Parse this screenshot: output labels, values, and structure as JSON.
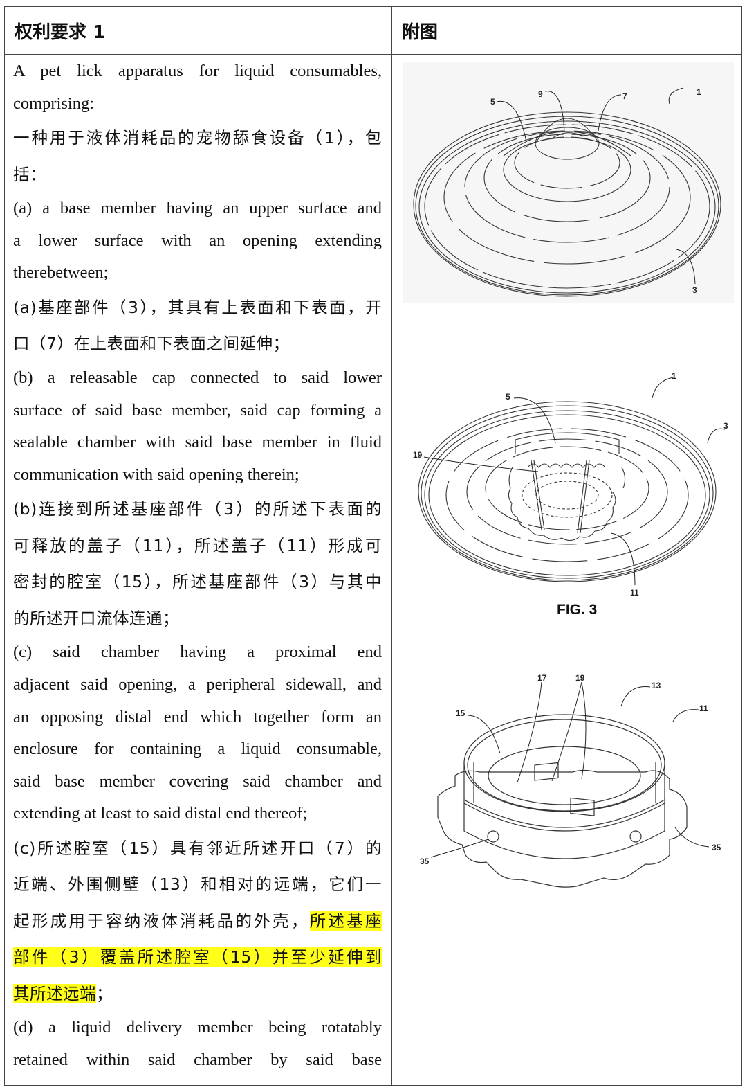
{
  "header": {
    "left_title": "权利要求 1",
    "right_title": "附图"
  },
  "claim": {
    "lines": [
      {
        "text": "A pet lick apparatus for liquid consumables,",
        "lang": "en"
      },
      {
        "text": "comprising:",
        "lang": "en",
        "last": true
      },
      {
        "text": "一种用于液体消耗品的宠物舔食设备（1），包",
        "lang": "zh"
      },
      {
        "text": "括：",
        "lang": "zh",
        "last": true
      },
      {
        "text": "(a) a base member having an upper surface and",
        "lang": "en"
      },
      {
        "text": "a lower surface with an opening extending",
        "lang": "en"
      },
      {
        "text": "therebetween;",
        "lang": "en",
        "last": true
      },
      {
        "text": "(a)基座部件（3），其具有上表面和下表面，开",
        "lang": "zh"
      },
      {
        "text": "口（7）在上表面和下表面之间延伸；",
        "lang": "zh",
        "last": true
      },
      {
        "text": "(b) a releasable cap connected to said lower",
        "lang": "en"
      },
      {
        "text": "surface of said base member, said cap forming a",
        "lang": "en"
      },
      {
        "text": "sealable chamber with said base member in fluid",
        "lang": "en"
      },
      {
        "text": "communication with said opening therein;",
        "lang": "en",
        "last": true
      },
      {
        "text": "(b)连接到所述基座部件（3）的所述下表面的",
        "lang": "zh"
      },
      {
        "text": "可释放的盖子（11），所述盖子（11）形成可",
        "lang": "zh"
      },
      {
        "text": "密封的腔室（15），所述基座部件（3）与其中",
        "lang": "zh"
      },
      {
        "text": "的所述开口流体连通；",
        "lang": "zh",
        "last": true
      },
      {
        "text": "(c) said chamber having a proximal end",
        "lang": "en"
      },
      {
        "text": "adjacent said opening, a peripheral sidewall, and",
        "lang": "en"
      },
      {
        "text": "an opposing distal end which together form an",
        "lang": "en"
      },
      {
        "text": "enclosure for containing a liquid consumable,",
        "lang": "en"
      },
      {
        "text": "said base member covering said chamber and",
        "lang": "en"
      },
      {
        "text": "extending at least to said distal end thereof;",
        "lang": "en",
        "last": true
      },
      {
        "text": "(c)所述腔室（15）具有邻近所述开口（7）的",
        "lang": "zh"
      },
      {
        "text": "近端、外围侧壁（13）和相对的远端，它们一",
        "lang": "zh"
      }
    ],
    "hl_line1_plain": "起形成用于容纳液体消耗品的外壳，",
    "hl_line1_mark": "所述基座",
    "hl_line2_mark": "部件（3）覆盖所述腔室（15）并至少延伸到",
    "hl_line3_mark": "其所述远端",
    "hl_line3_plain": "；",
    "tail_lines": [
      {
        "text": "(d) a liquid delivery member being rotatably",
        "lang": "en"
      },
      {
        "text": "retained within said chamber by said base",
        "lang": "en"
      }
    ],
    "highlight_color": "#ffff1a"
  },
  "figures": {
    "fig1": {
      "labels": {
        "l1": "1",
        "l3": "3",
        "l5": "5",
        "l7": "7",
        "l9": "9"
      }
    },
    "fig3": {
      "caption": "FIG. 3",
      "labels": {
        "l1": "1",
        "l3": "3",
        "l5": "5",
        "l11": "11",
        "l19": "19"
      }
    },
    "fig_cap": {
      "labels": {
        "l11": "11",
        "l13": "13",
        "l15": "15",
        "l17": "17",
        "l19": "19",
        "l35a": "35",
        "l35b": "35"
      }
    }
  }
}
